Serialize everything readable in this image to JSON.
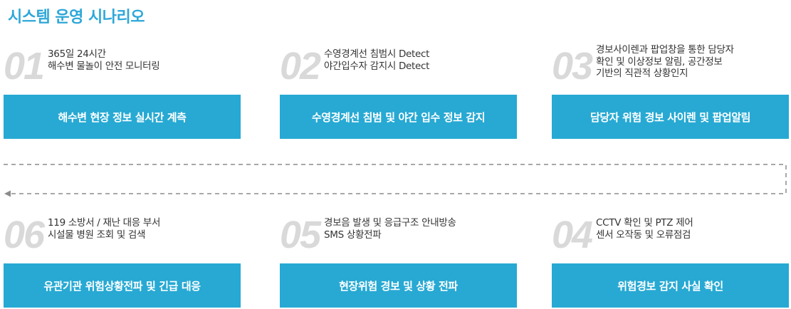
{
  "title": "시스템 운영 시나리오",
  "steps": [
    {
      "num": "01",
      "desc": [
        "365일 24시간",
        "해수변 물놀이 안전 모니터링"
      ],
      "box": "해수변 현장 정보 실시간 계측"
    },
    {
      "num": "02",
      "desc": [
        "수영경계선 침범시 Detect",
        "야간입수자 감지시 Detect"
      ],
      "box": "수영경계선 침범 및 야간 입수 정보 감지"
    },
    {
      "num": "03",
      "desc": [
        "경보사이렌과 팝업창을 통한 담당자",
        "확인 및 이상정보 알림, 공간정보",
        "기반의 직관적 상황인지"
      ],
      "box": "담당자 위험 경보 사이렌 및 팝업알림"
    },
    {
      "num": "06",
      "desc": [
        "119 소방서 / 재난 대응 부서",
        "시설물 병원 조회 및 검색"
      ],
      "box": "유관기관 위험상황전파 및 긴급 대응"
    },
    {
      "num": "05",
      "desc": [
        "경보음 발생 및 응급구조 안내방송",
        "SMS 상황전파"
      ],
      "box": "현장위험 경보 및 상황 전파"
    },
    {
      "num": "04",
      "desc": [
        "CCTV 확인 및 PTZ 제어",
        "센서 오작동 및 오류점검"
      ],
      "box": "위험경보 감지 사실 확인"
    }
  ],
  "colors": {
    "accent": "#2ea7d8",
    "box": "#27a9d3",
    "number": "#d9d9d9",
    "line": "#8c8c8c"
  }
}
